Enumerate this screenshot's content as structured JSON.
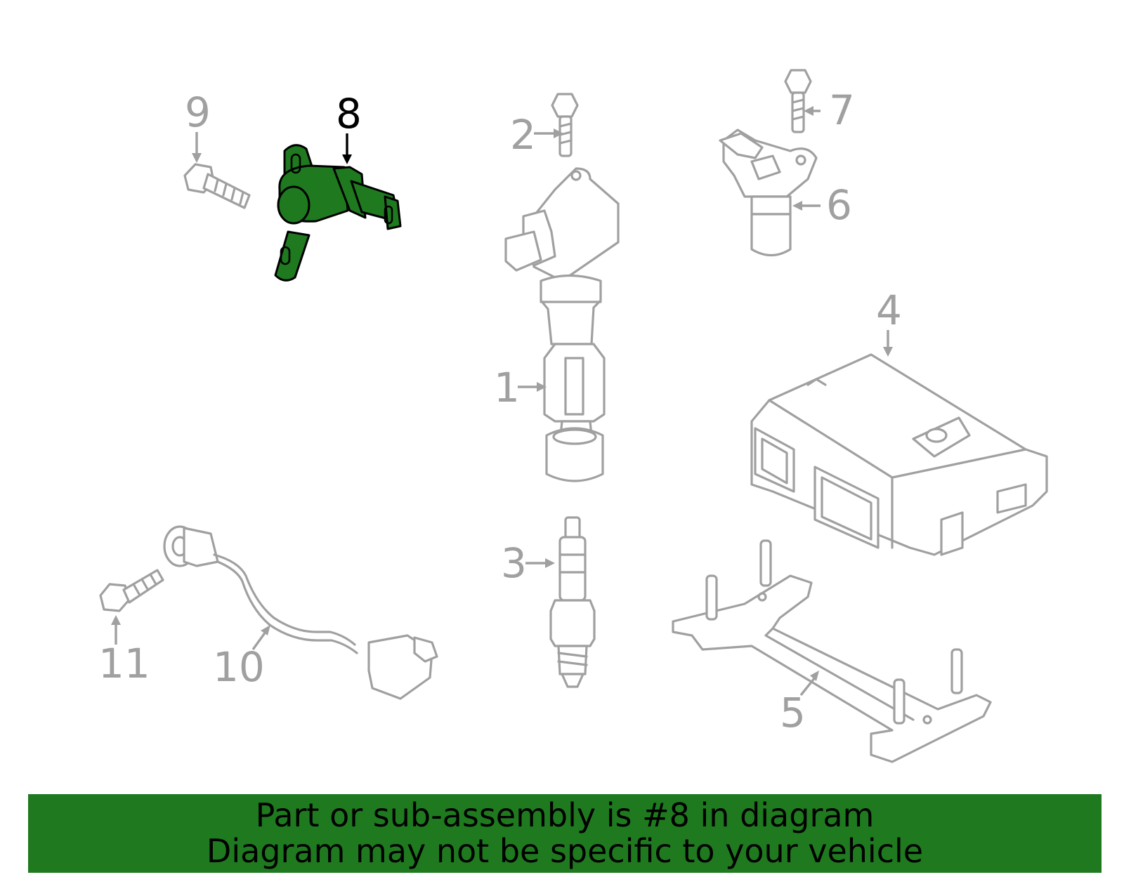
{
  "colors": {
    "highlight": "#1f7a1f",
    "outline": "#a0a0a0",
    "banner_bg": "#1f7a1f",
    "banner_text": "#000000"
  },
  "callouts": [
    {
      "id": "1",
      "label": "1"
    },
    {
      "id": "2",
      "label": "2"
    },
    {
      "id": "3",
      "label": "3"
    },
    {
      "id": "4",
      "label": "4"
    },
    {
      "id": "5",
      "label": "5"
    },
    {
      "id": "6",
      "label": "6"
    },
    {
      "id": "7",
      "label": "7"
    },
    {
      "id": "8",
      "label": "8",
      "highlighted": true
    },
    {
      "id": "9",
      "label": "9"
    },
    {
      "id": "10",
      "label": "10"
    },
    {
      "id": "11",
      "label": "11"
    }
  ],
  "banner": {
    "line1": "Part or sub-assembly is #8 in diagram",
    "line2": "Diagram may not be specific to your vehicle"
  }
}
